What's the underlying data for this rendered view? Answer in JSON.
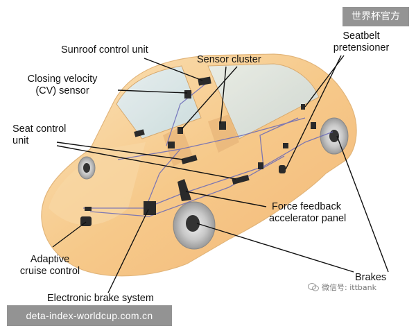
{
  "labels": {
    "sunroof": "Sunroof control unit",
    "sensor_cluster": "Sensor cluster",
    "seatbelt_line1": "Seatbelt",
    "seatbelt_line2": "pretensioner",
    "closing_line1": "Closing velocity",
    "closing_line2": "(CV) sensor",
    "seat_line1": "Seat control",
    "seat_line2": "unit",
    "force_line1": "Force feedback",
    "force_line2": "accelerator panel",
    "adaptive_line1": "Adaptive",
    "adaptive_line2": "cruise control",
    "brakes": "Brakes",
    "ebs": "Electronic brake system"
  },
  "watermarks": {
    "top_right": "世界杯官方",
    "bottom_left": "deta-index-worldcup.com.cn",
    "wechat": "微信号: ittbank"
  },
  "colors": {
    "car_body": "#f6c98a",
    "wiring": "#6a6ab8",
    "watermark_bg": "#6a6a6a"
  }
}
